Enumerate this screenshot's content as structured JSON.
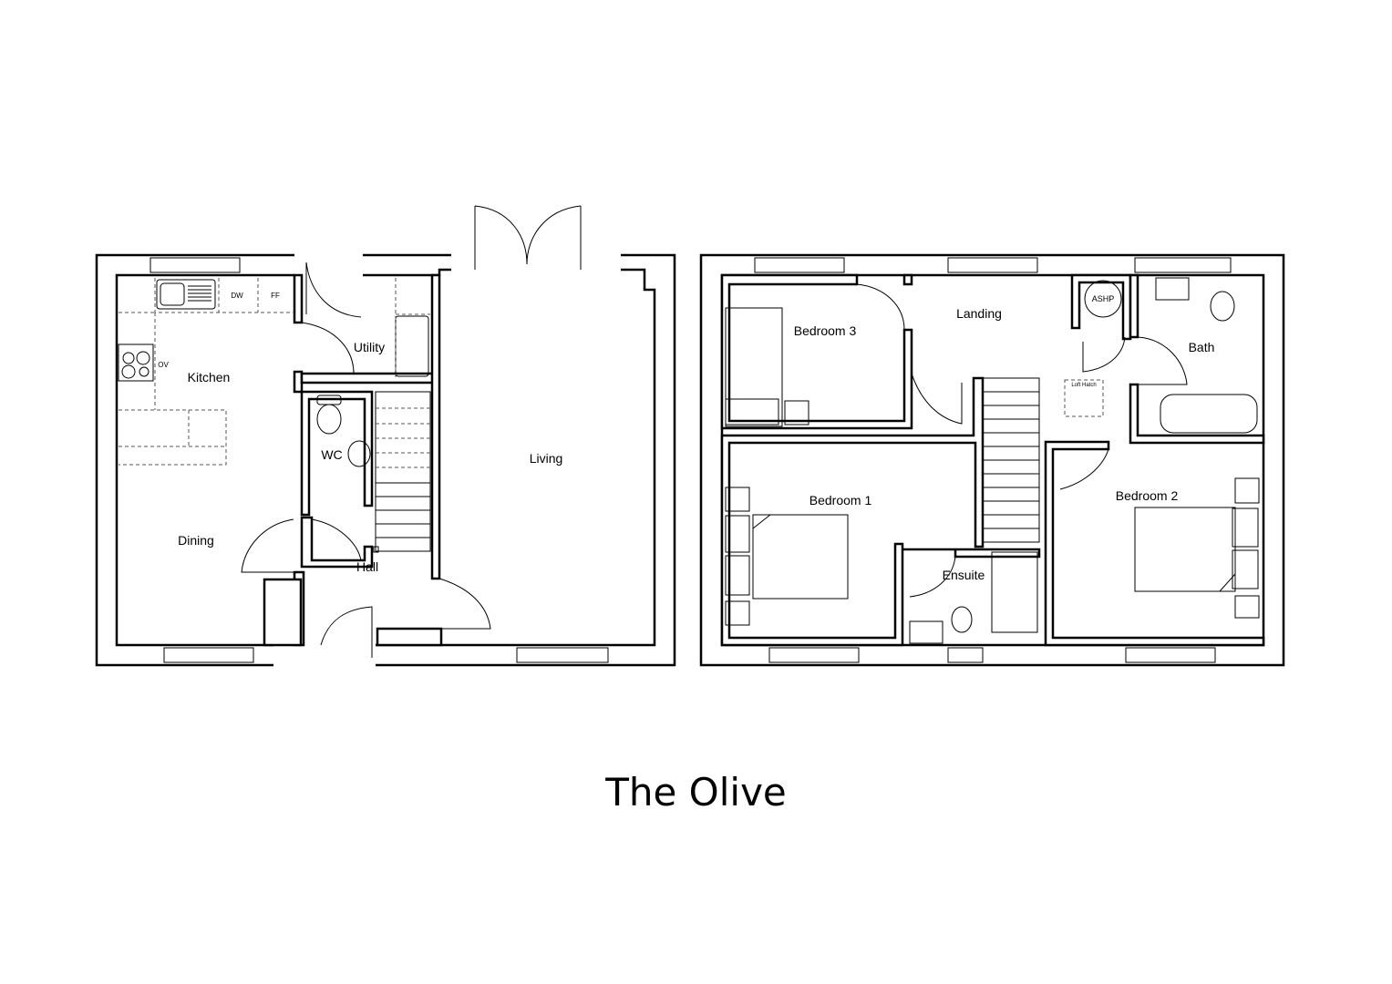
{
  "title": "The Olive",
  "ground_floor": {
    "rooms": {
      "kitchen": "Kitchen",
      "dining": "Dining",
      "utility": "Utility",
      "wc": "WC",
      "hall": "Hall",
      "living": "Living"
    },
    "appliances": {
      "dishwasher": "DW",
      "fridge_freezer": "FF",
      "oven": "OV"
    }
  },
  "first_floor": {
    "rooms": {
      "bedroom1": "Bedroom 1",
      "bedroom2": "Bedroom 2",
      "bedroom3": "Bedroom 3",
      "landing": "Landing",
      "bath": "Bath",
      "ensuite": "Ensuite"
    },
    "fixtures": {
      "heat_pump": "ASHP",
      "loft_hatch": "Loft Hatch"
    }
  }
}
